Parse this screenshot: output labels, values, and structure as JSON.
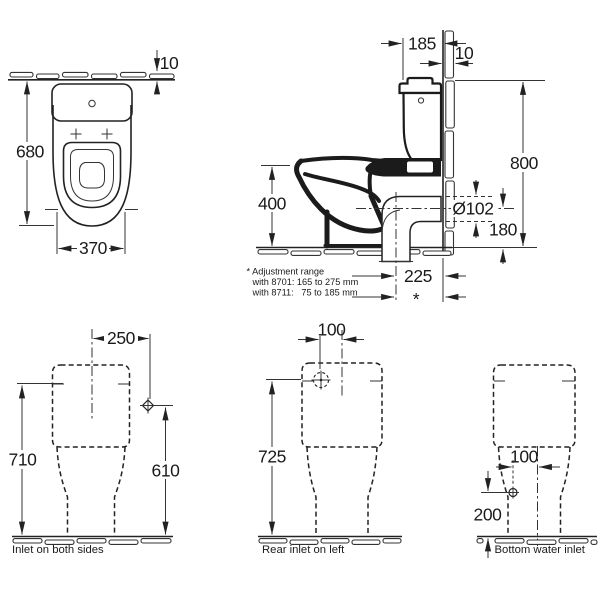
{
  "drawing": {
    "views": {
      "top": {
        "dim_wall": "10",
        "dim_depth": "680",
        "dim_width": "370"
      },
      "side": {
        "dim_cistern_depth": "185",
        "dim_wall": "10",
        "dim_height": "800",
        "dim_rim_height": "400",
        "dim_outlet_diameter": "Ø102",
        "dim_outlet_height": "180",
        "dim_outlet_offset": "225",
        "asterisk": "*",
        "note": [
          "* Adjustment range",
          "with 8701: 165 to 275 mm",
          "with 8711:   75 to 185 mm"
        ]
      },
      "inlet_sides": {
        "dim_offset": "250",
        "dim_height_total": "710",
        "dim_inlet_height": "610",
        "caption": "Inlet on both sides"
      },
      "inlet_rear": {
        "dim_offset": "100",
        "dim_inlet_height": "725",
        "caption": "Rear inlet on left"
      },
      "inlet_bottom": {
        "dim_offset": "100",
        "dim_inlet_height": "200",
        "caption": "Bottom water inlet"
      }
    }
  }
}
